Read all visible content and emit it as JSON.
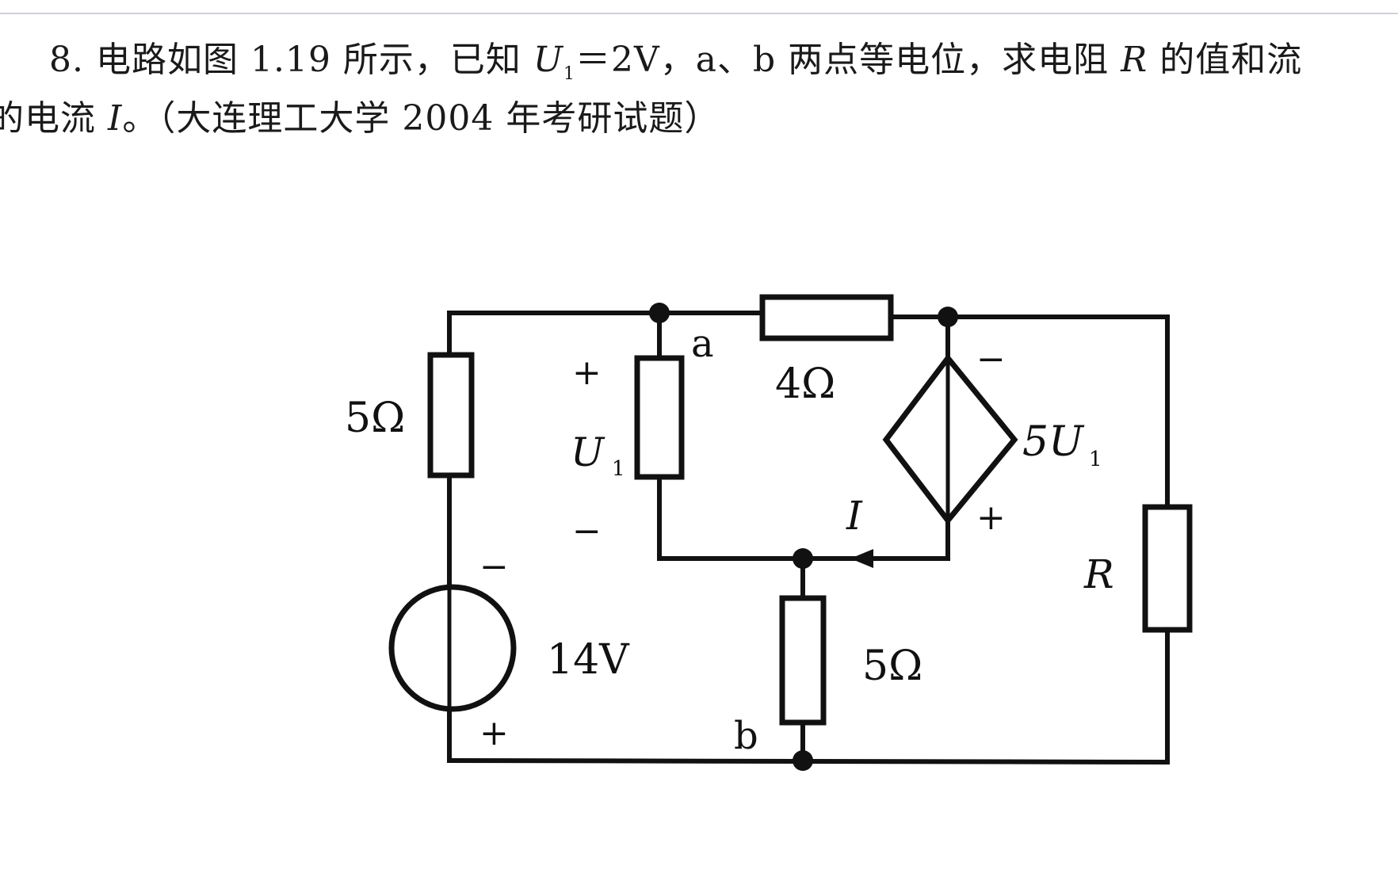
{
  "problem": {
    "number": "8.",
    "line1_text": "电路如图 1.19 所示，已知 ",
    "u1_symbol": "U",
    "u1_sub": "1",
    "line1_tail": "＝2V，a、b 两点等电位，求电阻 ",
    "r_symbol": "R",
    "line1_end": " 的值和流",
    "line2_head": "的电流 ",
    "i_symbol": "I",
    "line2_tail": "。（大连理工大学 2004 年考研试题）"
  },
  "circuit": {
    "left_resistor_label": "5Ω",
    "source_label": "14V",
    "source_minus": "−",
    "source_plus": "+",
    "node_a_label": "a",
    "node_b_label": "b",
    "top_resistor_label": "4Ω",
    "u1_plus": "+",
    "u1_minus": "−",
    "u1_label_main": "U",
    "u1_label_sub": "1",
    "dep_source_label_main": "5U",
    "dep_source_label_sub": "1",
    "dep_source_minus": "−",
    "dep_source_plus": "+",
    "current_label": "I",
    "bottom_resistor_label": "5Ω",
    "right_resistor_label": "R"
  }
}
